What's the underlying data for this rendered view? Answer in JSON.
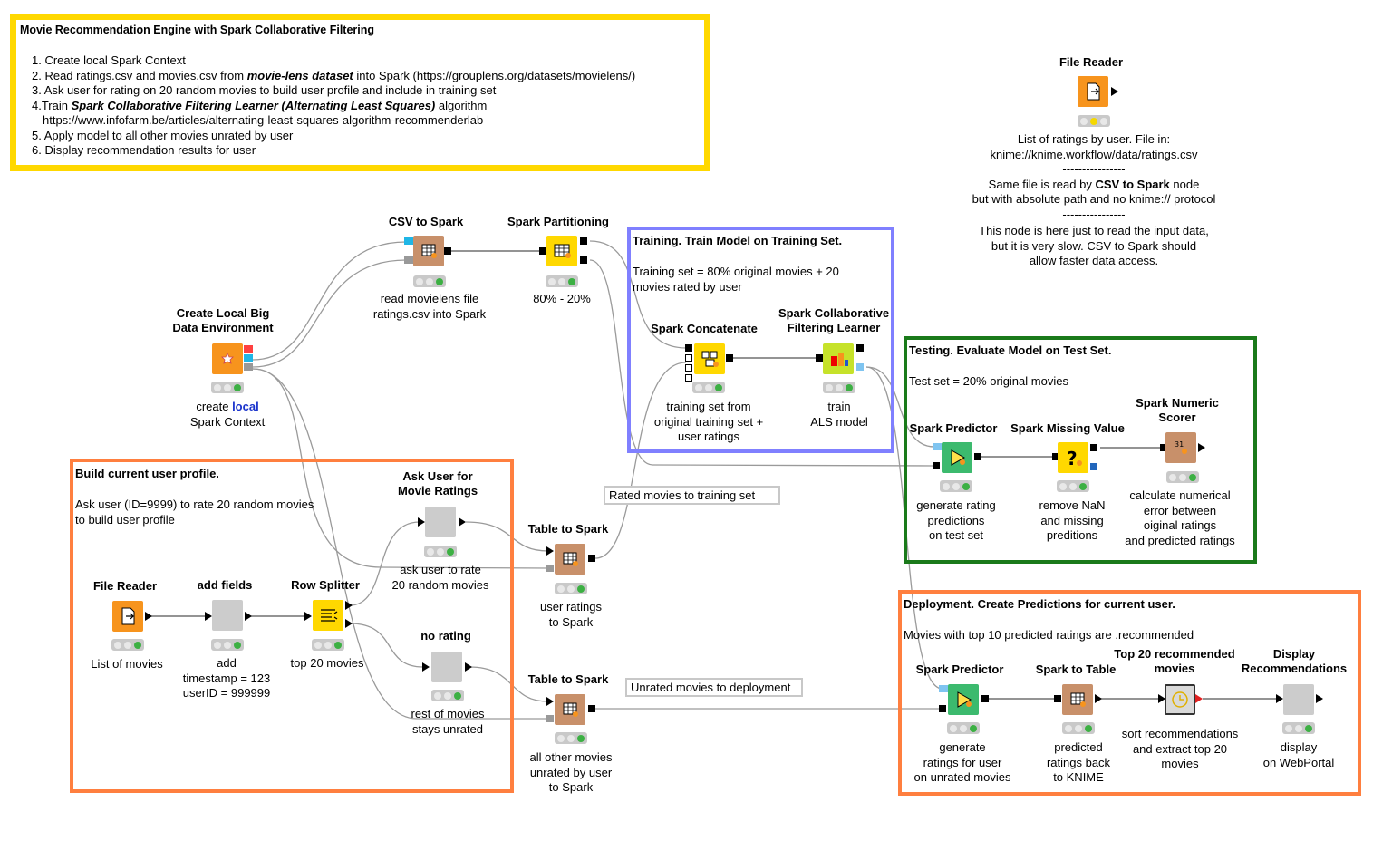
{
  "intro": {
    "title": "Movie Recommendation Engine with Spark Collaborative Filtering",
    "line1": "1. Create local Spark Context",
    "line2_a": "2. Read ratings.csv and movies.csv from ",
    "line2_b": "movie-lens dataset",
    "line2_c": " into Spark (https://grouplens.org/datasets/movielens/)",
    "line3": "3. Ask user for rating on 20 random movies to build user profile and include in training set",
    "line4_a": "4.Train ",
    "line4_b": "Spark Collaborative Filtering Learner (Alternating Least Squares)",
    "line4_c": " algorithm",
    "line4_url": "https://www.infofarm.be/articles/alternating-least-squares-algorithm-recommenderlab",
    "line5": "5. Apply model to all other movies unrated by user",
    "line6": "6. Display recommendation results for user",
    "border_color": "#ffd800"
  },
  "file_reader_note": {
    "title": "File Reader",
    "lines": [
      "List of ratings by user. File in:",
      "knime://knime.workflow/data/ratings.csv",
      "----------------",
      "Same file is read by ",
      "CSV to Spark",
      " node",
      "but with absolute path and no knime:// protocol",
      "----------------",
      "This node is here just to read the input data,",
      "but it is very slow. CSV to Spark should",
      "allow faster data access."
    ]
  },
  "annotations": {
    "training": {
      "title": "Training. Train Model on Training Set.",
      "line1": "Training set = 80% original movies +  20",
      "line2": "movies rated by user",
      "color": "#8080ff"
    },
    "testing": {
      "title": "Testing. Evaluate Model on Test Set.",
      "line1": "Test set = 20% original movies",
      "color": "#1a7a1a"
    },
    "profile": {
      "title": "Build current user profile.",
      "line1": "Ask user (ID=9999)  to rate 20 random movies",
      "line2": "to build user profile",
      "color": "#ff7f3f"
    },
    "deployment": {
      "title": "Deployment. Create Predictions for current user.",
      "line1": "Movies with top 10 predicted ratings are .recommended",
      "color": "#ff7f3f"
    },
    "rated_label": "Rated movies to training set",
    "unrated_label": "Unrated movies to deployment"
  },
  "nodes": {
    "create_env": {
      "title1": "Create Local Big",
      "title2": "Data Environment",
      "cap1_a": "create ",
      "cap1_b": "local",
      "cap2": "Spark Context"
    },
    "csv_to_spark": {
      "title": "CSV to Spark",
      "cap1": "read movielens file",
      "cap2": "ratings.csv into Spark"
    },
    "partitioning": {
      "title": "Spark Partitioning",
      "cap1": "80% - 20%"
    },
    "concatenate": {
      "title": "Spark Concatenate",
      "cap1": "training set from",
      "cap2": "original training set +",
      "cap3": "user ratings"
    },
    "cf_learner": {
      "title1": "Spark Collaborative",
      "title2": "Filtering Learner",
      "cap1": "train",
      "cap2": "ALS model"
    },
    "predictor_test": {
      "title": "Spark Predictor",
      "cap1": "generate rating",
      "cap2": "predictions",
      "cap3": "on test set"
    },
    "missing_value": {
      "title": "Spark Missing Value",
      "cap1": "remove NaN",
      "cap2": "and missing",
      "cap3": "preditions"
    },
    "numeric_scorer": {
      "title1": "Spark Numeric",
      "title2": "Scorer",
      "cap1": "calculate numerical",
      "cap2": "error between",
      "cap3": "oiginal ratings",
      "cap4": "and predicted ratings"
    },
    "file_reader_top": {
      "title": "File Reader"
    },
    "ask_user": {
      "title1": "Ask User for",
      "title2": "Movie Ratings",
      "cap1": "ask user to rate",
      "cap2": "20 random movies"
    },
    "table_to_spark_1": {
      "title": "Table to Spark",
      "cap1": "user ratings",
      "cap2": "to Spark"
    },
    "file_reader_movies": {
      "title": "File Reader",
      "cap1": "List of movies"
    },
    "add_fields": {
      "title": "add fields",
      "cap1": "add",
      "cap2": "timestamp = 123",
      "cap3": "userID = 999999"
    },
    "row_splitter": {
      "title": "Row Splitter",
      "cap1": "top 20 movies"
    },
    "no_rating": {
      "title": "no rating",
      "cap1": "rest of movies",
      "cap2": "stays unrated"
    },
    "table_to_spark_2": {
      "title": "Table to Spark",
      "cap1": "all other movies",
      "cap2": "unrated by user",
      "cap3": "to Spark"
    },
    "predictor_deploy": {
      "title": "Spark Predictor",
      "cap1": "generate",
      "cap2": "ratings for user",
      "cap3": "on unrated movies"
    },
    "spark_to_table": {
      "title": "Spark to Table",
      "cap1": "predicted",
      "cap2": "ratings back",
      "cap3": "to KNIME"
    },
    "top20": {
      "title1": "Top 20 recommended",
      "title2": "movies",
      "cap1": "sort recommendations",
      "cap2": "and extract top 20",
      "cap3": "movies"
    },
    "display": {
      "title1": "Display",
      "title2": "Recommendations",
      "cap1": "display",
      "cap2": "on WebPortal"
    }
  },
  "colors": {
    "spark_node": "#c8906a",
    "reader_node": "#f7941d",
    "manipulator_node": "#ffd800",
    "learner_node": "#c6e22a",
    "predictor_node": "#3cba6e",
    "meta_node": "#cccccc",
    "status_green": "#3cb043",
    "status_yellow": "#f5d800"
  }
}
